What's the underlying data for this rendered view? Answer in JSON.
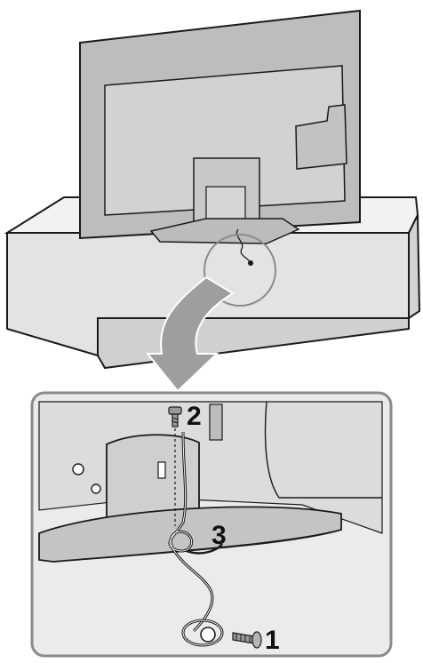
{
  "callouts": {
    "screw": "1",
    "bolt": "2",
    "cord": "3"
  },
  "colors": {
    "tv_back": "#bdbdbd",
    "tv_panel": "#d2d2d2",
    "cabinet_top": "#f2f2f2",
    "cabinet_front": "#e3e3e3",
    "arrow": "#9e9e9e",
    "inset_bg": "#ebebeb",
    "inset_frame": "#8a8a8a",
    "outline": "#1a1a1a"
  }
}
